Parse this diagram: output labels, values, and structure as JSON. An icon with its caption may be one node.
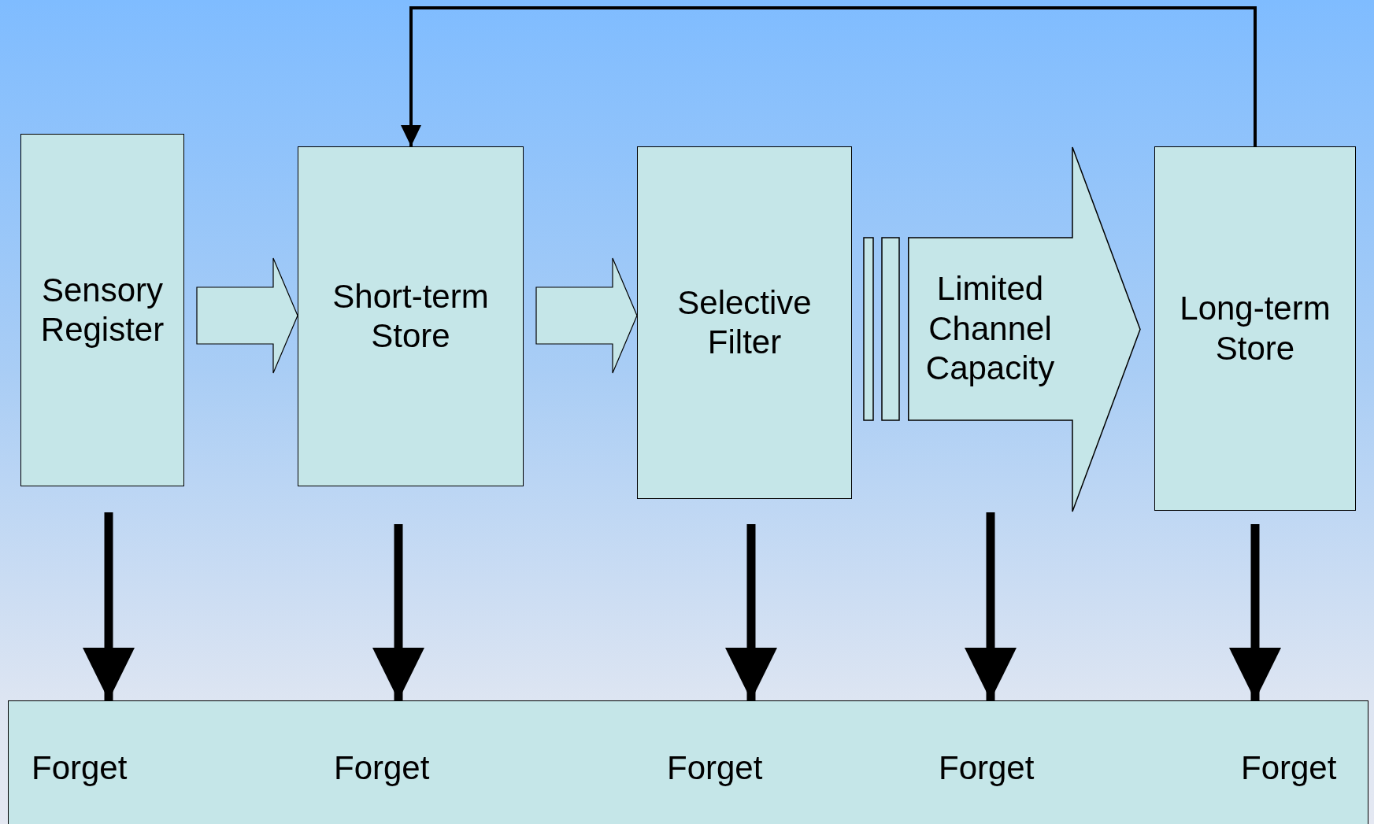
{
  "diagram": {
    "nodes": [
      {
        "text": [
          "Sensory Register"
        ]
      },
      {
        "text": [
          "Short-term Store"
        ]
      },
      {
        "text": [
          "Selective Filter"
        ]
      },
      {
        "text": [
          "Limited Channel Capacity"
        ]
      },
      {
        "text": [
          "Long-term Store"
        ]
      },
      {
        "text": [
          "Forget",
          "Forget",
          "Forget",
          "Forget",
          "Forget"
        ]
      }
    ],
    "edges": [
      {
        "from": 0,
        "to": 1,
        "arrow": "to"
      },
      {
        "from": 1,
        "to": 2,
        "arrow": "to"
      },
      {
        "from": 4,
        "to": 1,
        "arrow": "to"
      },
      {
        "from": 0,
        "to": 5,
        "arrow": "to"
      },
      {
        "from": 1,
        "to": 5,
        "arrow": "to"
      },
      {
        "from": 2,
        "to": 5,
        "arrow": "to"
      },
      {
        "from": 3,
        "to": 5,
        "arrow": "to"
      },
      {
        "from": 4,
        "to": 5,
        "arrow": "to"
      }
    ]
  }
}
